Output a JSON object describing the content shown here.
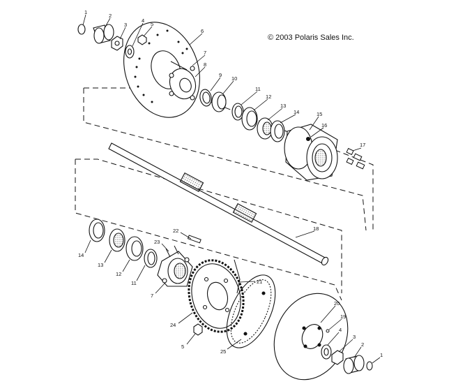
{
  "copyright": "© 2003 Polaris Sales Inc.",
  "callouts": [
    "1",
    "2",
    "3",
    "4",
    "5",
    "6",
    "7",
    "8",
    "9",
    "10",
    "11",
    "12",
    "13",
    "14",
    "15",
    "16",
    "17",
    "18",
    "22",
    "23",
    "14",
    "13",
    "12",
    "11",
    "7",
    "21",
    "20",
    "19",
    "24",
    "5",
    "25",
    "4",
    "3",
    "2",
    "1"
  ],
  "colors": {
    "line": "#111111",
    "fill": "#ffffff",
    "shade": "#8a8a8a"
  }
}
